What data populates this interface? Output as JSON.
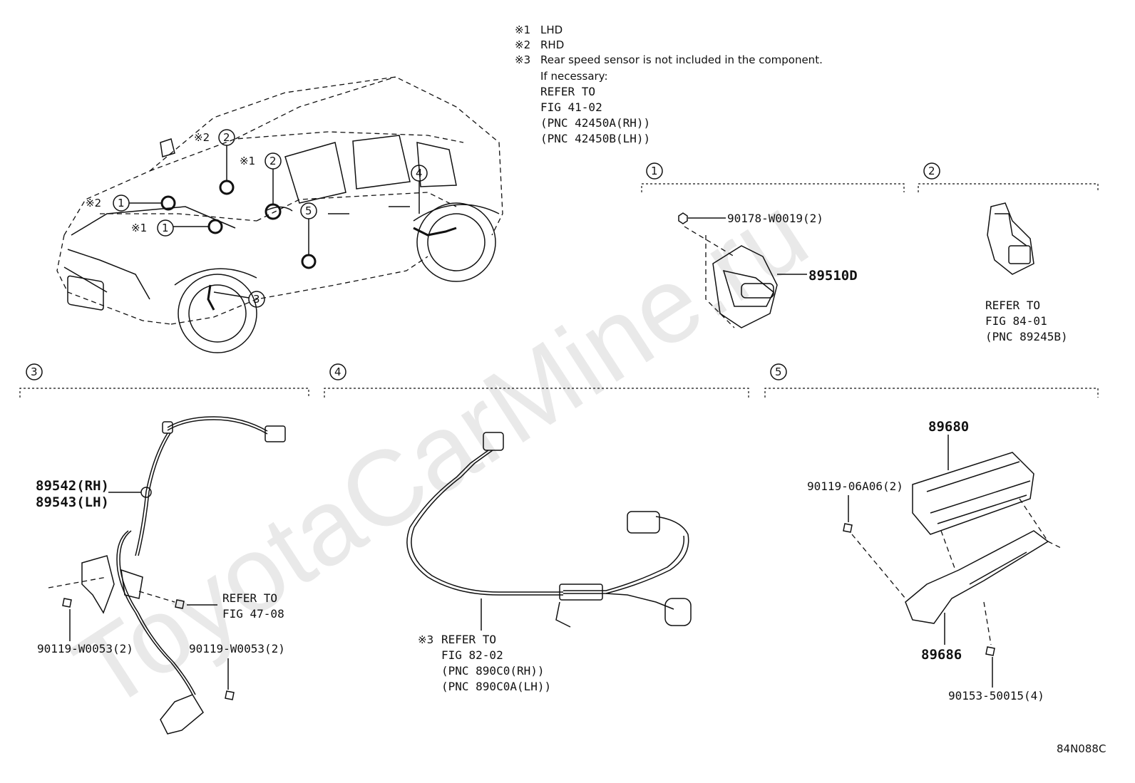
{
  "watermark": "ToyotaCarMine.ru",
  "notes": {
    "n1_mark": "※1",
    "n1_text": "LHD",
    "n2_mark": "※2",
    "n2_text": "RHD",
    "n3_mark": "※3",
    "n3_text": "Rear speed sensor is not included in the component.",
    "if_necessary": "If necessary:",
    "refer1": "REFER TO",
    "refer2": "FIG 41-02",
    "refer3": "(PNC 42450A(RH))",
    "refer4": "(PNC 42450B(LH))"
  },
  "car_callouts": {
    "rhd_mark": "※2",
    "lhd_mark": "※1",
    "c1": "1",
    "c2": "2",
    "c3": "3",
    "c4": "4",
    "c5": "5"
  },
  "section1": {
    "index": "1",
    "fastener": "90178-W0019(2)",
    "part": "89510D"
  },
  "section2": {
    "index": "2",
    "refer1": "REFER TO",
    "refer2": "FIG 84-01",
    "refer3": "(PNC 89245B)"
  },
  "section3": {
    "index": "3",
    "part_rh": "89542(RH)",
    "part_lh": "89543(LH)",
    "bolt_left": "90119-W0053(2)",
    "bolt_right": "90119-W0053(2)",
    "refer1": "REFER TO",
    "refer2": "FIG 47-08"
  },
  "section4": {
    "index": "4",
    "mark": "※3",
    "refer1": "REFER TO",
    "refer2": "FIG 82-02",
    "refer3": "(PNC 890C0(RH))",
    "refer4": "(PNC 890C0A(LH))"
  },
  "section5": {
    "index": "5",
    "ecu": "89680",
    "bolt": "90119-06A06(2)",
    "bracket": "89686",
    "screw": "90153-50015(4)"
  },
  "figure_code": "84N088C"
}
